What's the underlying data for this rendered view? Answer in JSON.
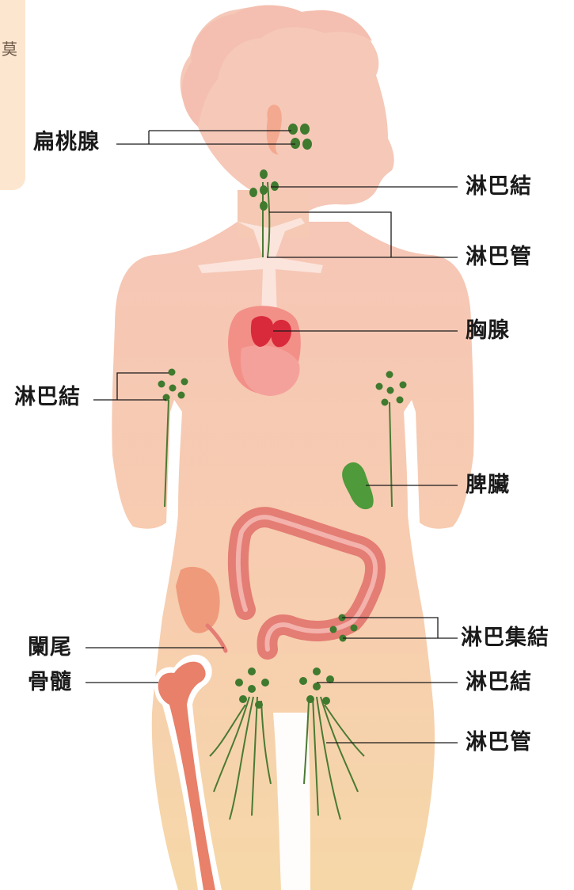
{
  "side_tab": {
    "text": "莫"
  },
  "labels": {
    "tonsil": "扁桃腺",
    "lymph_node_neck": "淋巴結",
    "lymph_vessel_upper": "淋巴管",
    "thymus": "胸腺",
    "lymph_node_armpit": "淋巴結",
    "spleen": "脾臟",
    "appendix": "闌尾",
    "peyers_patches": "淋巴集結",
    "bone_marrow": "骨髓",
    "lymph_node_groin": "淋巴結",
    "lymph_vessel_lower": "淋巴管"
  },
  "colors": {
    "head_skin": "#f6c9b5",
    "body_skin": "#f7cdb0",
    "leg_skin": "#f6d6ab",
    "lymph_node": "#3f7a2e",
    "lymph_vessel": "#4a7a33",
    "thymus": "#d9263a",
    "heart": "#f08a85",
    "spleen": "#4f9a3a",
    "intestine": "#e47d74",
    "bone": "#e8806a",
    "leader_line": "#1a1a1a"
  }
}
